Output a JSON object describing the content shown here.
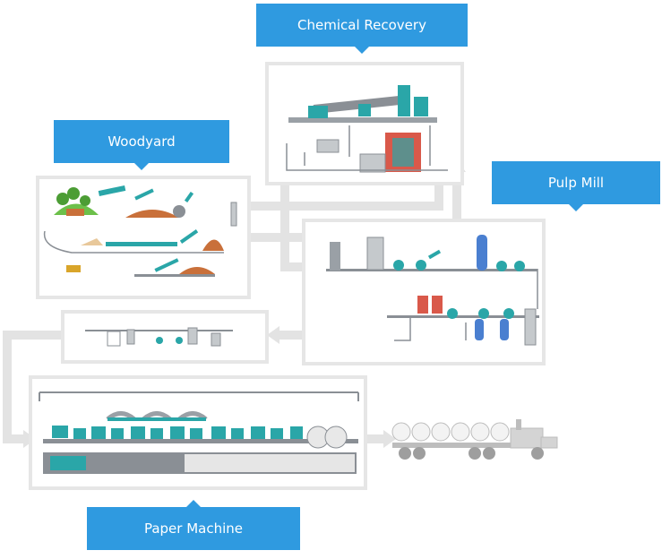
{
  "labels": {
    "chemical_recovery": "Chemical Recovery",
    "woodyard": "Woodyard",
    "pulp_mill": "Pulp Mill",
    "paper_machine": "Paper Machine"
  },
  "colors": {
    "label_bg": "#2f9ae0",
    "panel_border": "#e6e6e6",
    "flow_arrow": "#e3e3e3",
    "machine_teal": "#2aa6a8",
    "machine_grey": "#8a8f95",
    "wood_orange": "#c9703a",
    "tank_blue": "#4a7fd0",
    "tank_red": "#d9594a",
    "truck_grey": "#bdbdbd"
  },
  "icons": [
    "trees-icon",
    "loader-truck-icon",
    "conveyor-icon",
    "digester-icon",
    "tank-icon",
    "pump-icon",
    "paper-machine-icon",
    "logging-truck-icon"
  ]
}
